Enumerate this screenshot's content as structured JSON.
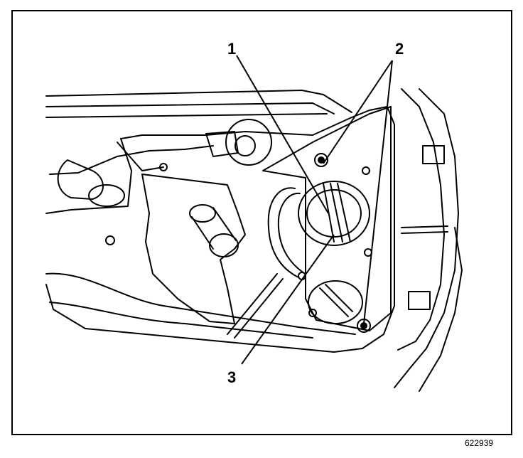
{
  "callouts": [
    {
      "label": "1"
    },
    {
      "label": "2"
    },
    {
      "label": "3"
    }
  ],
  "figure_number": "622939",
  "colors": {
    "line": "#000000",
    "background": "#ffffff"
  }
}
